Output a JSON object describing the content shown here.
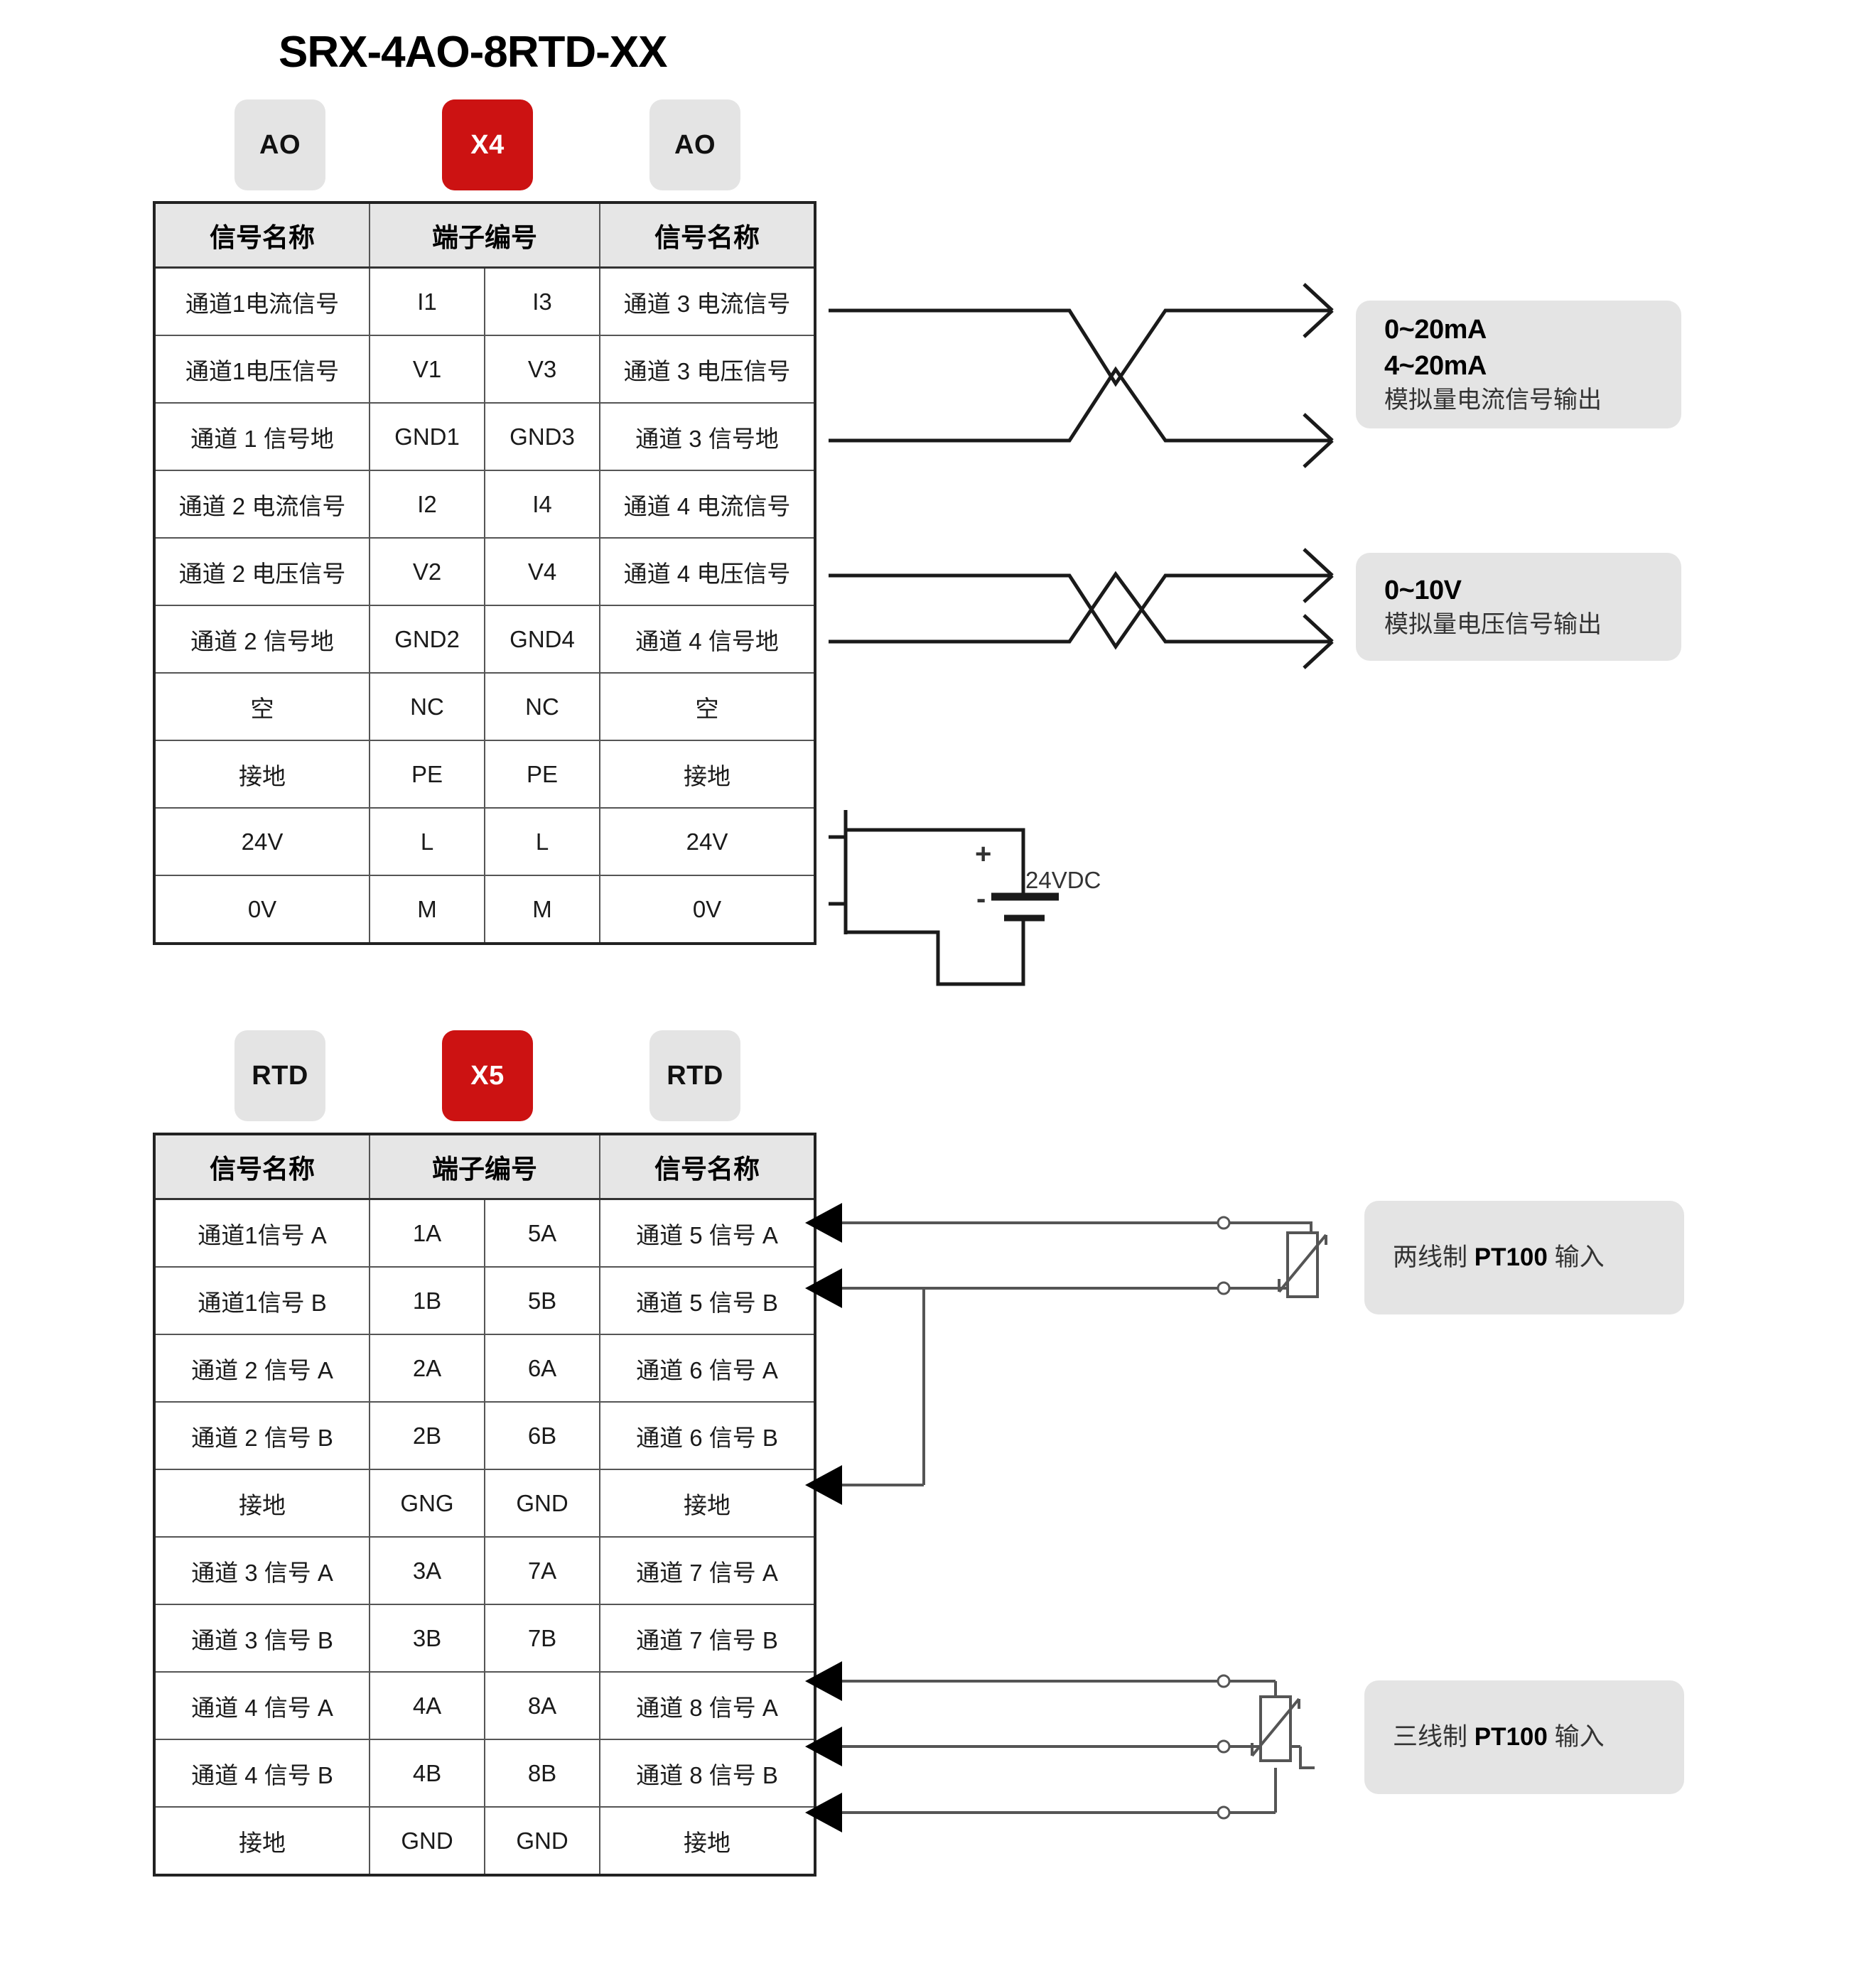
{
  "title": "SRX-4AO-8RTD-XX",
  "section_ao": {
    "badges": [
      {
        "label": "AO",
        "style": "grey"
      },
      {
        "label": "X4",
        "style": "red"
      },
      {
        "label": "AO",
        "style": "grey"
      }
    ],
    "table": {
      "headers": [
        "信号名称",
        "端子编号",
        "信号名称"
      ],
      "rows": [
        {
          "left_name": "通道1电流信号",
          "left_term": "I1",
          "right_term": "I3",
          "right_name": "通道 3 电流信号"
        },
        {
          "left_name": "通道1电压信号",
          "left_term": "V1",
          "right_term": "V3",
          "right_name": "通道 3 电压信号"
        },
        {
          "left_name": "通道 1 信号地",
          "left_term": "GND1",
          "right_term": "GND3",
          "right_name": "通道 3 信号地"
        },
        {
          "left_name": "通道 2 电流信号",
          "left_term": "I2",
          "right_term": "I4",
          "right_name": "通道 4 电流信号"
        },
        {
          "left_name": "通道 2 电压信号",
          "left_term": "V2",
          "right_term": "V4",
          "right_name": "通道 4 电压信号"
        },
        {
          "left_name": "通道 2 信号地",
          "left_term": "GND2",
          "right_term": "GND4",
          "right_name": "通道 4 信号地"
        },
        {
          "left_name": "空",
          "left_term": "NC",
          "right_term": "NC",
          "right_name": "空"
        },
        {
          "left_name": "接地",
          "left_term": "PE",
          "right_term": "PE",
          "right_name": "接地"
        },
        {
          "left_name": "24V",
          "left_term": "L",
          "right_term": "L",
          "right_name": "24V"
        },
        {
          "left_name": "0V",
          "left_term": "M",
          "right_term": "M",
          "right_name": "0V"
        }
      ]
    },
    "callout_current": {
      "line1": "0~20mA",
      "line2": "4~20mA",
      "line3": "模拟量电流信号输出"
    },
    "callout_voltage": {
      "line1": "0~10V",
      "line2": "模拟量电压信号输出"
    },
    "power_supply": {
      "label": "24VDC",
      "plus": "+",
      "minus": "-"
    }
  },
  "section_rtd": {
    "badges": [
      {
        "label": "RTD",
        "style": "grey"
      },
      {
        "label": "X5",
        "style": "red"
      },
      {
        "label": "RTD",
        "style": "grey"
      }
    ],
    "table": {
      "headers": [
        "信号名称",
        "端子编号",
        "信号名称"
      ],
      "rows": [
        {
          "left_name": "通道1信号 A",
          "left_term": "1A",
          "right_term": "5A",
          "right_name": "通道 5 信号 A"
        },
        {
          "left_name": "通道1信号 B",
          "left_term": "1B",
          "right_term": "5B",
          "right_name": "通道 5 信号 B"
        },
        {
          "left_name": "通道 2 信号 A",
          "left_term": "2A",
          "right_term": "6A",
          "right_name": "通道 6 信号 A"
        },
        {
          "left_name": "通道 2 信号 B",
          "left_term": "2B",
          "right_term": "6B",
          "right_name": "通道 6 信号 B"
        },
        {
          "left_name": "接地",
          "left_term": "GNG",
          "right_term": "GND",
          "right_name": "接地"
        },
        {
          "left_name": "通道 3 信号 A",
          "left_term": "3A",
          "right_term": "7A",
          "right_name": "通道 7 信号 A"
        },
        {
          "left_name": "通道 3 信号 B",
          "left_term": "3B",
          "right_term": "7B",
          "right_name": "通道 7 信号 B"
        },
        {
          "left_name": "通道 4 信号 A",
          "left_term": "4A",
          "right_term": "8A",
          "right_name": "通道 8 信号 A"
        },
        {
          "left_name": "通道 4 信号 B",
          "left_term": "4B",
          "right_term": "8B",
          "right_name": "通道 8 信号 B"
        },
        {
          "left_name": "接地",
          "left_term": "GND",
          "right_term": "GND",
          "right_name": "接地"
        }
      ]
    },
    "callout_two_wire": {
      "prefix": "两线制 ",
      "bold": "PT100",
      "suffix": " 输入"
    },
    "callout_three_wire": {
      "prefix": "三线制 ",
      "bold": "PT100",
      "suffix": " 输入"
    }
  },
  "colors": {
    "accent_red": "#cc1212",
    "badge_grey": "#e4e4e4",
    "header_grey": "#e6e6e6",
    "line": "#222222"
  }
}
